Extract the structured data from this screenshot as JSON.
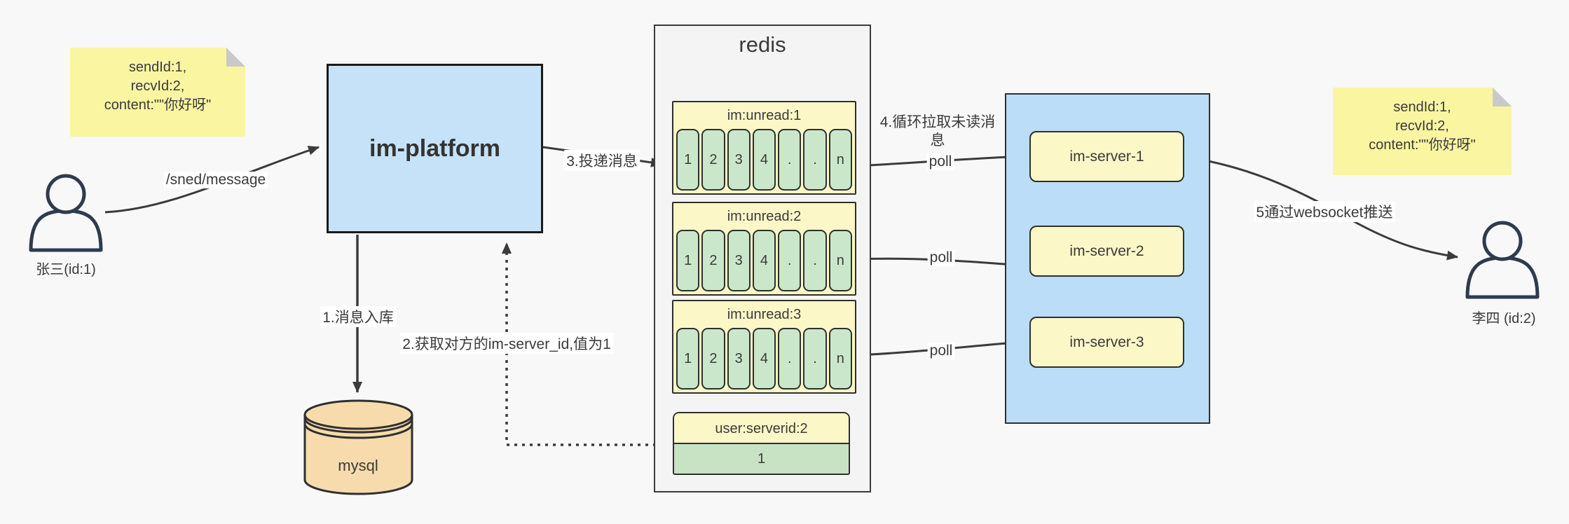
{
  "colors": {
    "platform_blue": "#c5e2f8",
    "cluster_blue": "#bbddf7",
    "note_yellow": "#faf5a1",
    "box_yellow": "#fcf7c7",
    "cell_green": "#cbe7cb",
    "kv_green": "#c8e3c4",
    "mysql_tan": "#f7dbac",
    "panel_gray": "#f4f4f4",
    "line_dark": "#3b3b3b",
    "person_dark": "#2e3b4e"
  },
  "actors": {
    "left": {
      "label": "张三(id:1)"
    },
    "right": {
      "label": "李四 (id:2)"
    }
  },
  "notes": {
    "left": {
      "lines": [
        "sendId:1,",
        "recvId:2,",
        "content:\"\"你好呀\""
      ]
    },
    "right": {
      "lines": [
        "sendId:1,",
        "recvId:2,",
        "content:\"\"你好呀\""
      ]
    }
  },
  "platform": {
    "label": "im-platform"
  },
  "mysql": {
    "label": "mysql"
  },
  "redis": {
    "title": "redis",
    "lists": [
      {
        "label": "im:unread:1",
        "cells": [
          "1",
          "2",
          "3",
          "4",
          ".",
          ".",
          "n"
        ]
      },
      {
        "label": "im:unread:2",
        "cells": [
          "1",
          "2",
          "3",
          "4",
          ".",
          ".",
          "n"
        ]
      },
      {
        "label": "im:unread:3",
        "cells": [
          "1",
          "2",
          "3",
          "4",
          ".",
          ".",
          "n"
        ]
      }
    ],
    "kv": {
      "key": "user:serverid:2",
      "value": "1"
    }
  },
  "servers": {
    "items": [
      {
        "label": "im-server-1"
      },
      {
        "label": "im-server-2"
      },
      {
        "label": "im-server-3"
      }
    ]
  },
  "edges": {
    "send": "/sned/message",
    "step1": "1.消息入库",
    "step2": "2.获取对方的im-server_id,值为1",
    "step3": "3.投递消息",
    "step4": "4.循环拉取未读消息",
    "step5": "5通过websocket推送",
    "poll": "poll"
  }
}
